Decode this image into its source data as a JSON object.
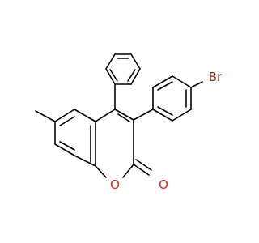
{
  "molecule": {
    "atoms": {
      "bromine": {
        "symbol": "Br",
        "color": "#8b2c07"
      },
      "ring_oxygen": {
        "symbol": "O",
        "color": "#e1251b"
      },
      "carbonyl_oxygen": {
        "symbol": "O",
        "color": "#e1251b"
      }
    },
    "bond_color": "#000000"
  }
}
